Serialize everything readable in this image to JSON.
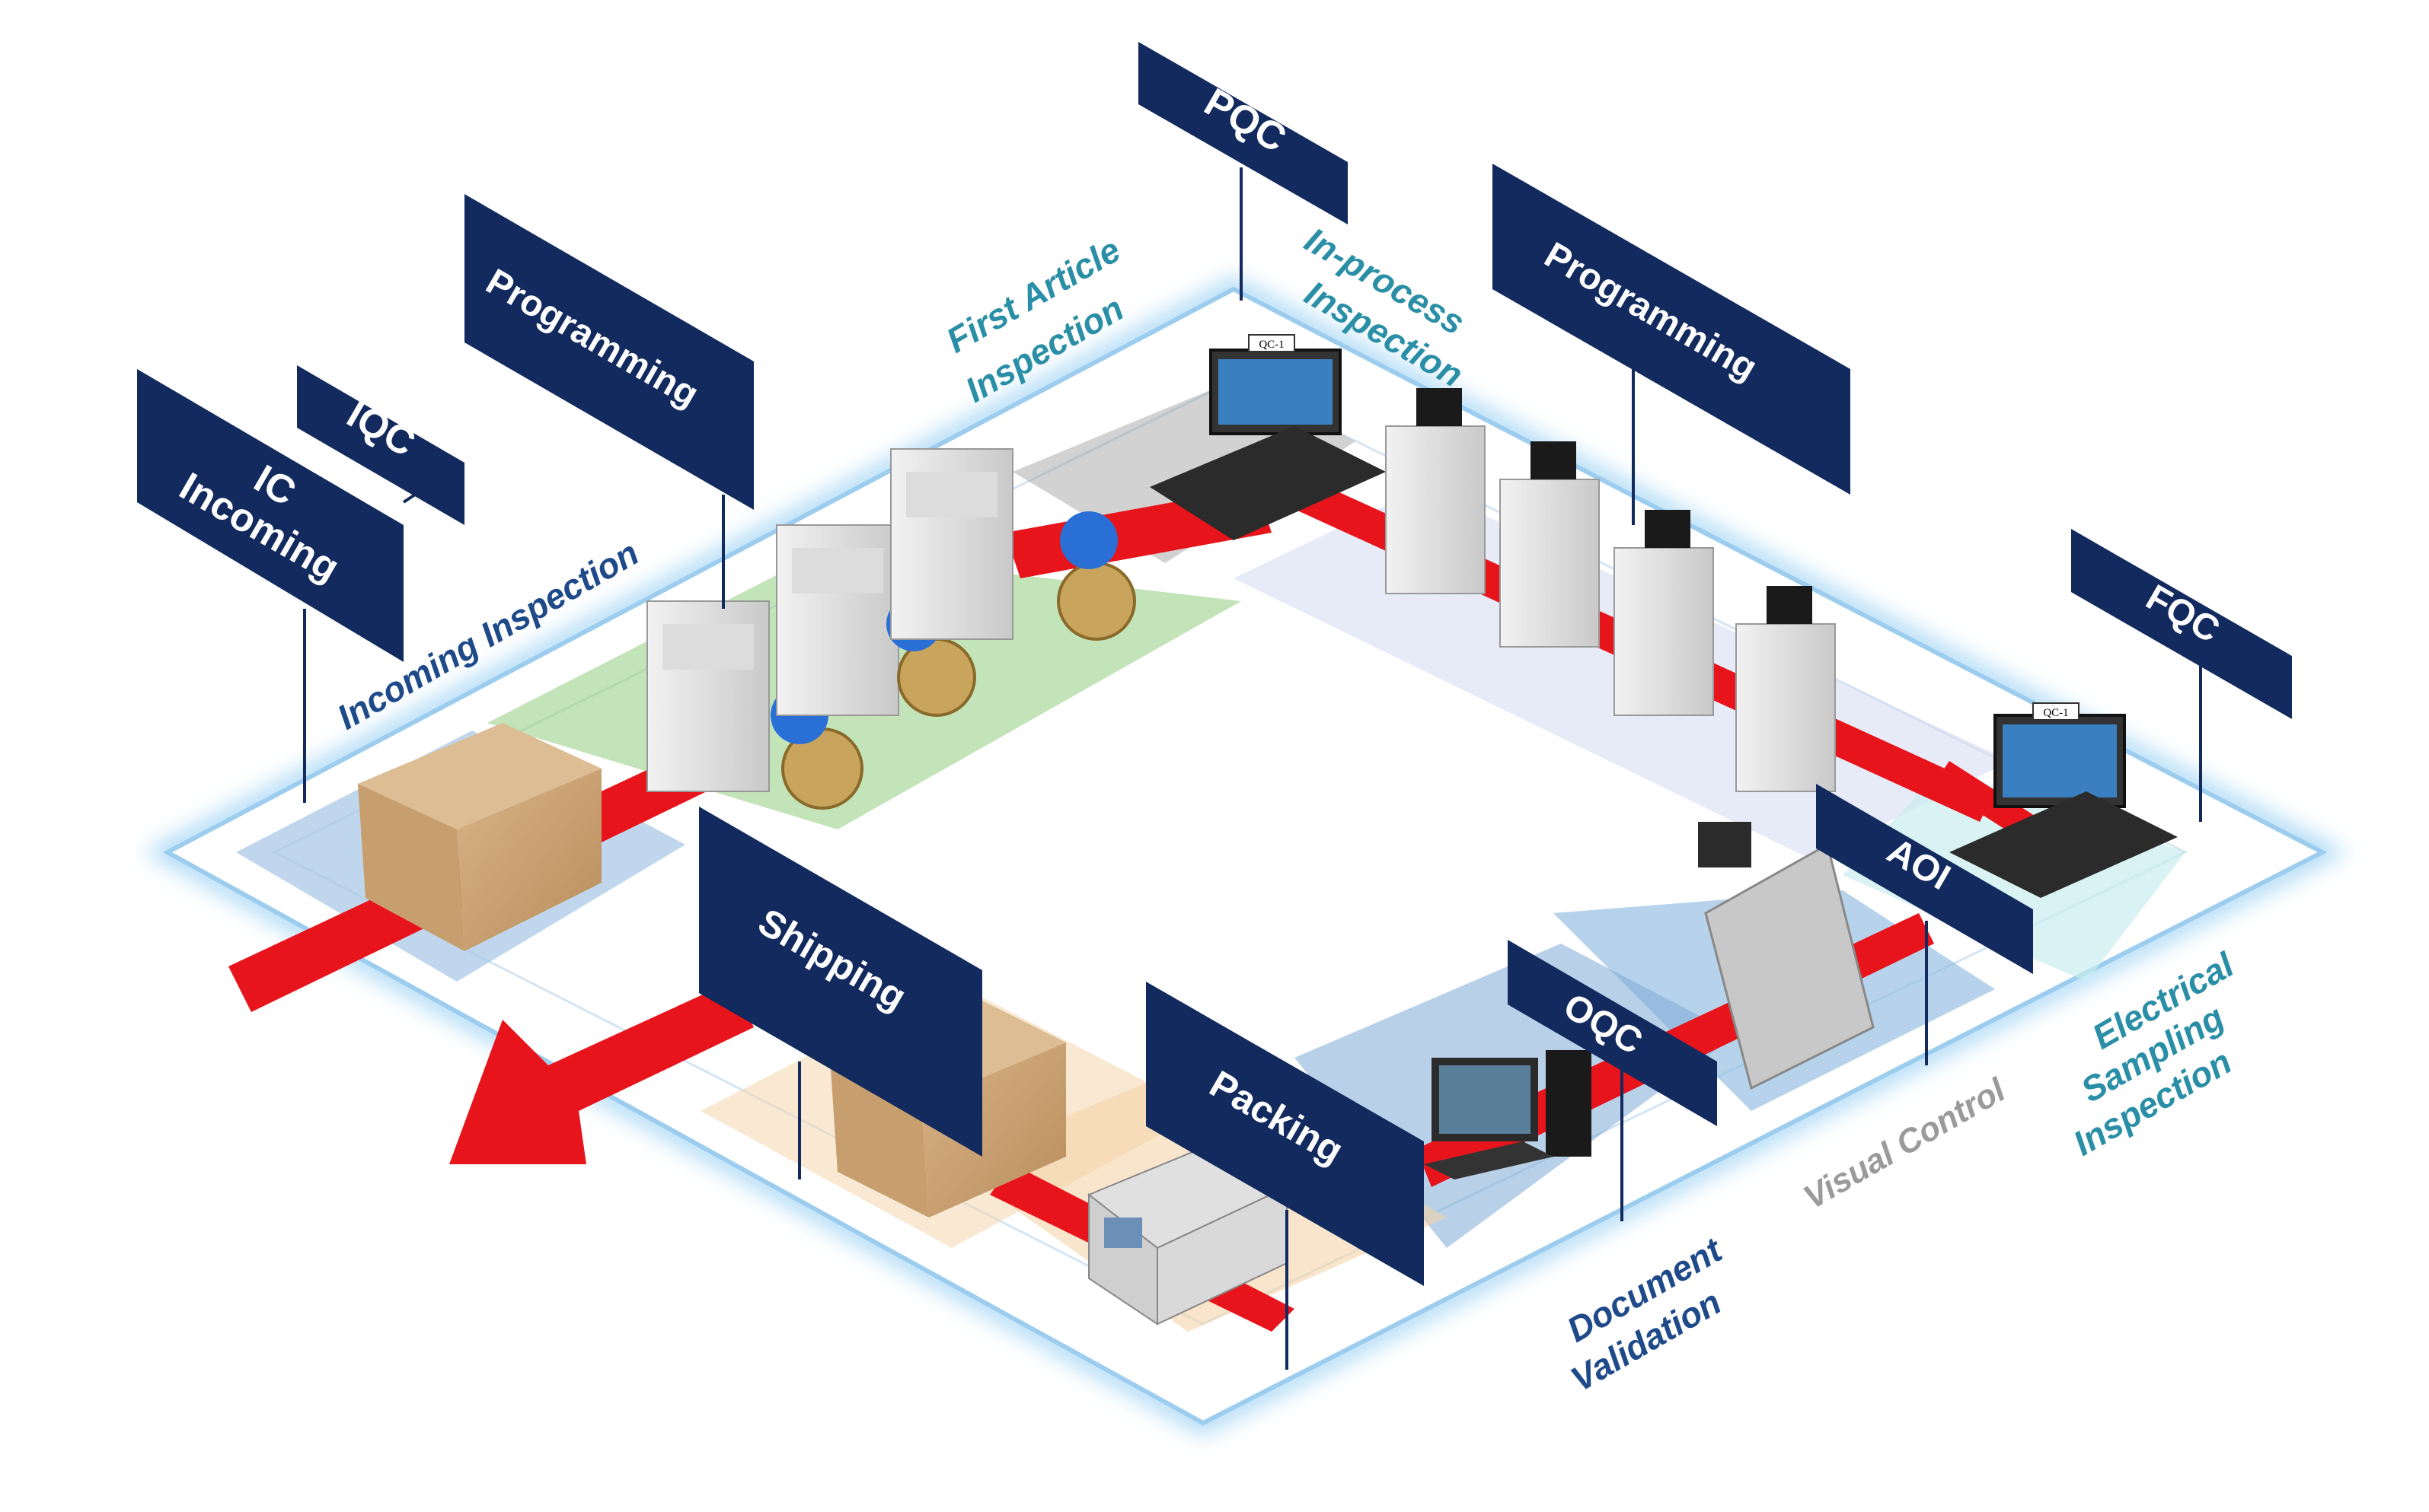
{
  "signs": {
    "ic_incoming": {
      "line1": "IC",
      "line2": "Incoming"
    },
    "iqc": "IQC",
    "programming_left": "Programming",
    "pqc": "PQC",
    "programming_right": "Programming",
    "fqc": "FQC",
    "aoi": "AOI",
    "oqc": "OQC",
    "packing": "Packing",
    "shipping": "Shipping"
  },
  "steps": {
    "incoming_inspection": "Incoming Inspection",
    "first_article": {
      "line1": "First Article",
      "line2": "Inspection"
    },
    "in_process": {
      "line1": "In-process",
      "line2": "Inspection"
    },
    "electrical": {
      "line1": "Electrical",
      "line2": "Sampling",
      "line3": "Inspection"
    },
    "visual_control": "Visual Control",
    "document_validation": {
      "line1": "Document",
      "line2": "Validation"
    }
  },
  "machine_labels": {
    "qc_left": "QC-1",
    "qc_right": "QC-1"
  },
  "colors": {
    "sign": "#122a5e",
    "flow_arrow": "#e8141b",
    "step_blue": "#1f4a8a",
    "step_teal": "#2a8fa6",
    "step_grey": "#9a9a9a",
    "platform_glow": "#a9d8f5"
  }
}
